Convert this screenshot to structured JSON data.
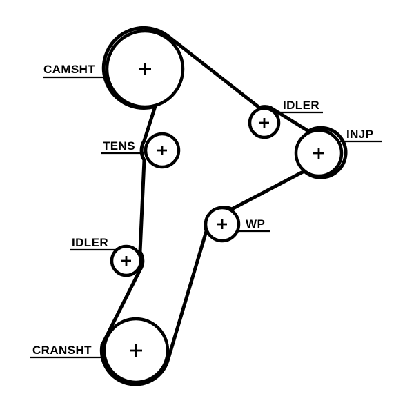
{
  "diagram": {
    "labels": {
      "camshaft": "CAMSHT",
      "idler_top": "IDLER",
      "injection_pump": "INJP",
      "tensioner": "TENS",
      "water_pump": "WP",
      "idler_bottom": "IDLER",
      "crankshaft": "CRANSHT"
    },
    "colors": {
      "line": "#000000",
      "background": "#ffffff"
    }
  }
}
